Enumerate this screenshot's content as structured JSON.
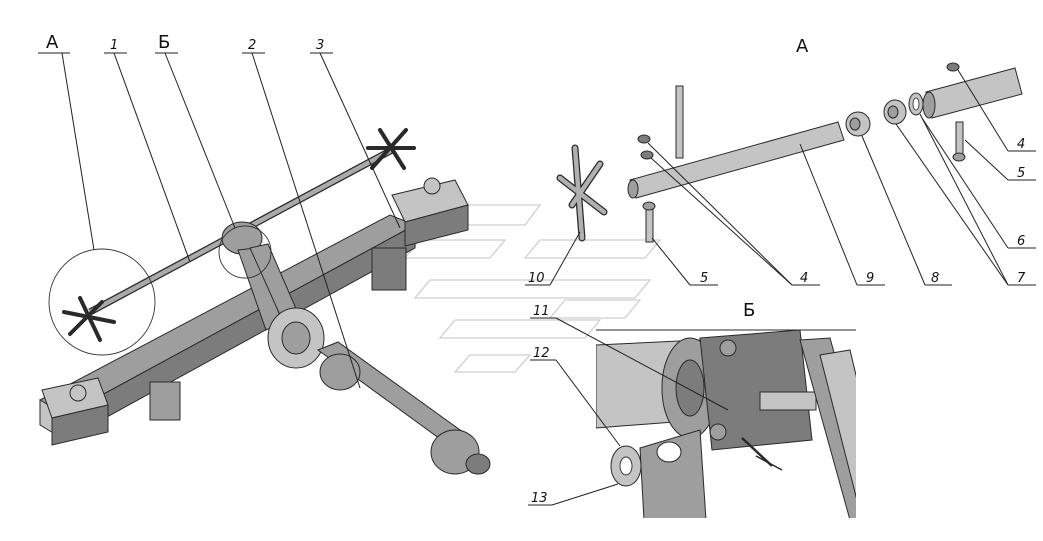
{
  "views": {
    "main_title_a": "А",
    "main_title_b": "Б",
    "detail_a_title": "А",
    "detail_b_title": "Б"
  },
  "callouts": {
    "c1": "1",
    "c2": "2",
    "c3": "3",
    "c4a": "4",
    "c4b": "4",
    "c5a": "5",
    "c5b": "5",
    "c6": "6",
    "c7": "7",
    "c8": "8",
    "c9": "9",
    "c10": "10",
    "c11": "11",
    "c12": "12",
    "c13": "13"
  },
  "icons": {
    "watermark": "stylized-logo-watermark-icon"
  }
}
